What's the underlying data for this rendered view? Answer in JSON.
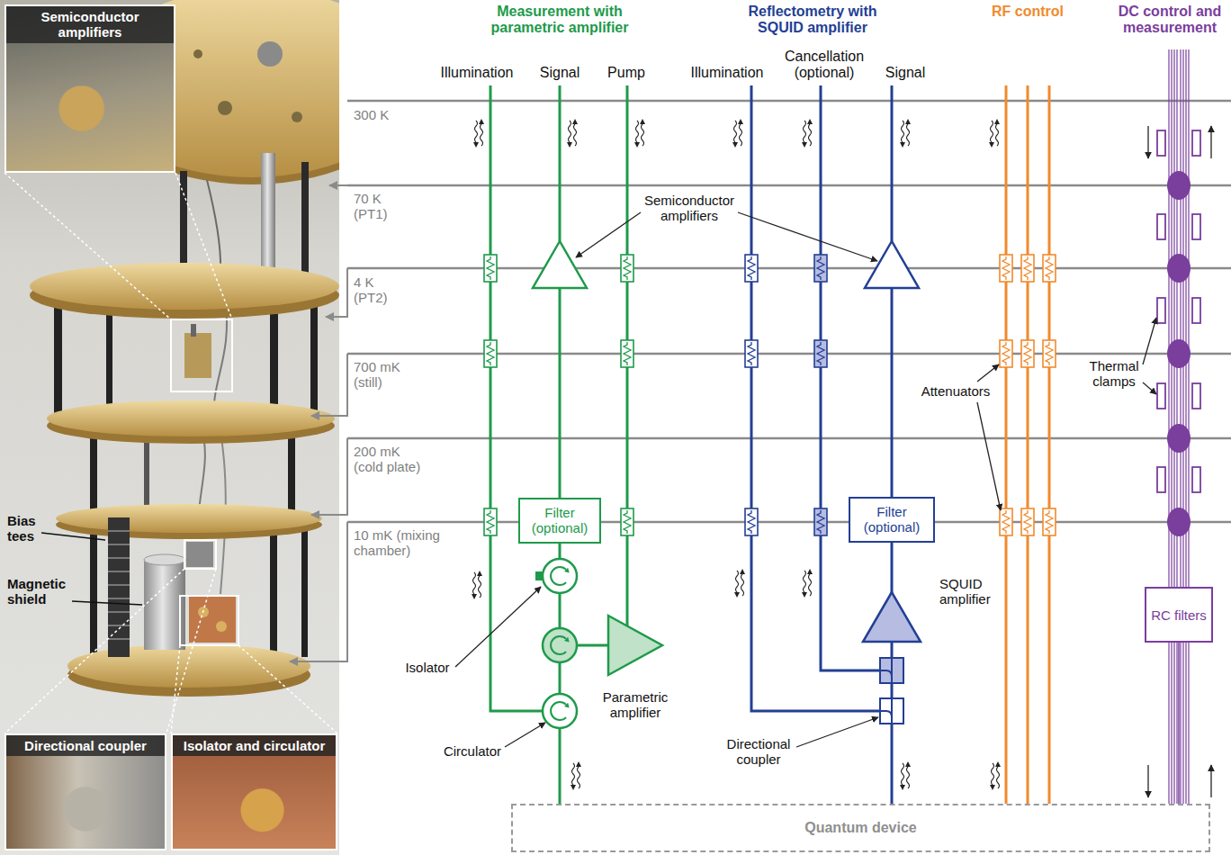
{
  "diagram": {
    "nodes": [
      {
        "text": [
          "Semiconductor amplifiers"
        ]
      },
      {
        "text": [
          "Directional coupler"
        ]
      },
      {
        "text": [
          "Isolator and circulator"
        ]
      },
      {
        "text": [
          "Filter (optional)"
        ]
      },
      {
        "text": [
          "Filter (optional)"
        ]
      },
      {
        "text": [
          "RC filters"
        ]
      },
      {
        "text": [
          "Quantum device"
        ]
      }
    ],
    "edges": [
      {
        "from": 6,
        "to": 3,
        "arrow": "none"
      },
      {
        "from": 6,
        "to": 4,
        "arrow": "none"
      },
      {
        "from": 5,
        "to": 6,
        "arrow": "none"
      }
    ],
    "labels": [
      "Measurement with parametric amplifier",
      "Reflectometry with SQUID amplifier",
      "RF control",
      "DC control and measurement",
      "Illumination",
      "Signal",
      "Pump",
      "Illumination",
      "Cancellation (optional)",
      "Signal",
      "300 K",
      "70 K (PT1)",
      "4 K (PT2)",
      "700 mK (still)",
      "200 mK (cold plate)",
      "10 mK (mixing chamber)",
      "Semiconductor amplifiers",
      "Attenuators",
      "Thermal clamps",
      "Isolator",
      "Circulator",
      "Parametric amplifier",
      "SQUID amplifier",
      "Directional coupler",
      "Bias tees",
      "Magnetic shield"
    ]
  }
}
